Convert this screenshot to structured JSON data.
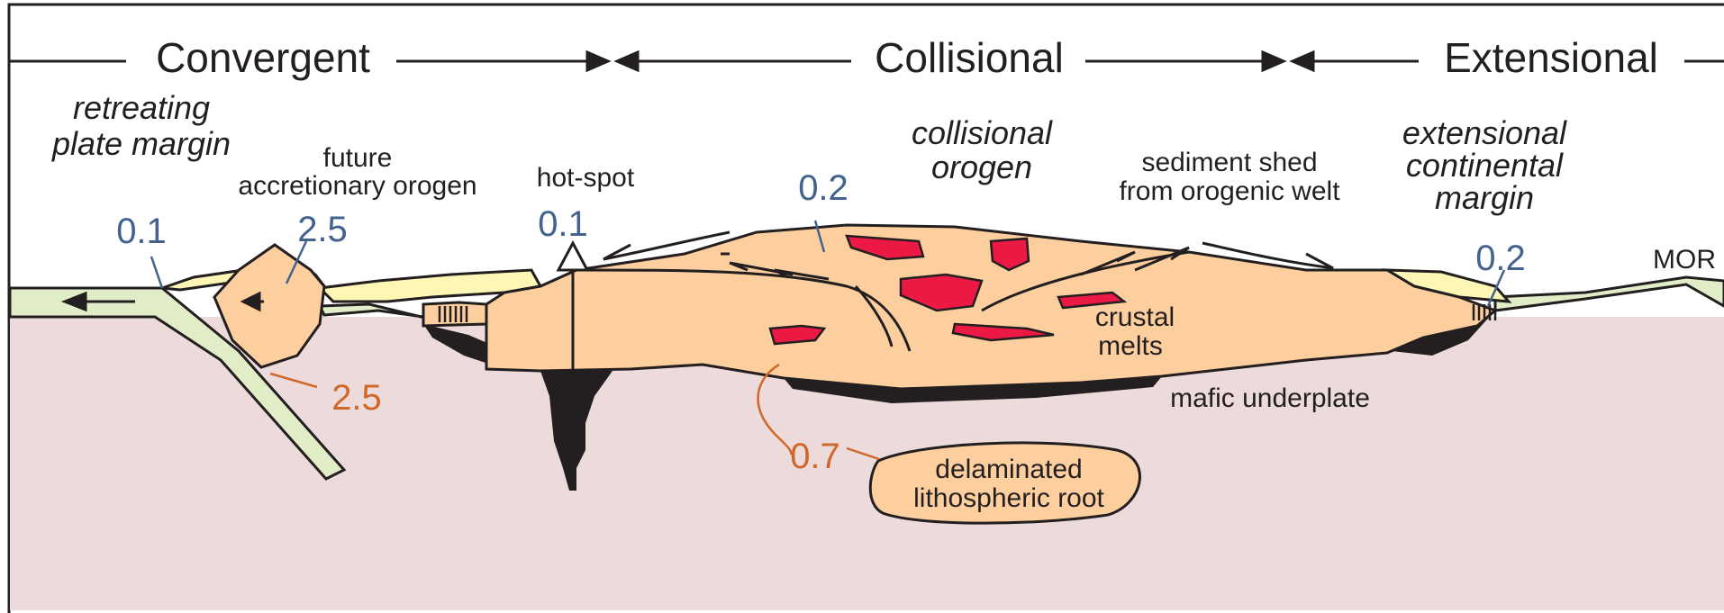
{
  "header": {
    "convergent": "Convergent",
    "collisional": "Collisional",
    "extensional": "Extensional"
  },
  "labels": {
    "retreating_1": "retreating",
    "retreating_2": "plate margin",
    "future_1": "future",
    "future_2": "accretionary orogen",
    "hotspot": "hot-spot",
    "collisional_1": "collisional",
    "collisional_2": "orogen",
    "sediment_1": "sediment shed",
    "sediment_2": "from orogenic welt",
    "extensional_1": "extensional",
    "extensional_2": "continental",
    "extensional_3": "margin",
    "mor": "MOR",
    "crustal_1": "crustal",
    "crustal_2": "melts",
    "mafic": "mafic underplate",
    "delam_1": "delaminated",
    "delam_2": "lithospheric root"
  },
  "values": {
    "convergent_left": "0.1",
    "accretionary": "2.5",
    "hotspot": "0.1",
    "collisional": "0.2",
    "extensional": "0.2",
    "slab": "2.5",
    "delaminated": "0.7"
  },
  "colors": {
    "mantle": "#eddbdb",
    "crust": "#fdcf9e",
    "oceanic": "#e0edc7",
    "sediment": "#fdf6b4",
    "melt": "#ec1944",
    "underplate": "#231f20",
    "value_blue": "#44628e",
    "value_orange": "#d0682b"
  }
}
